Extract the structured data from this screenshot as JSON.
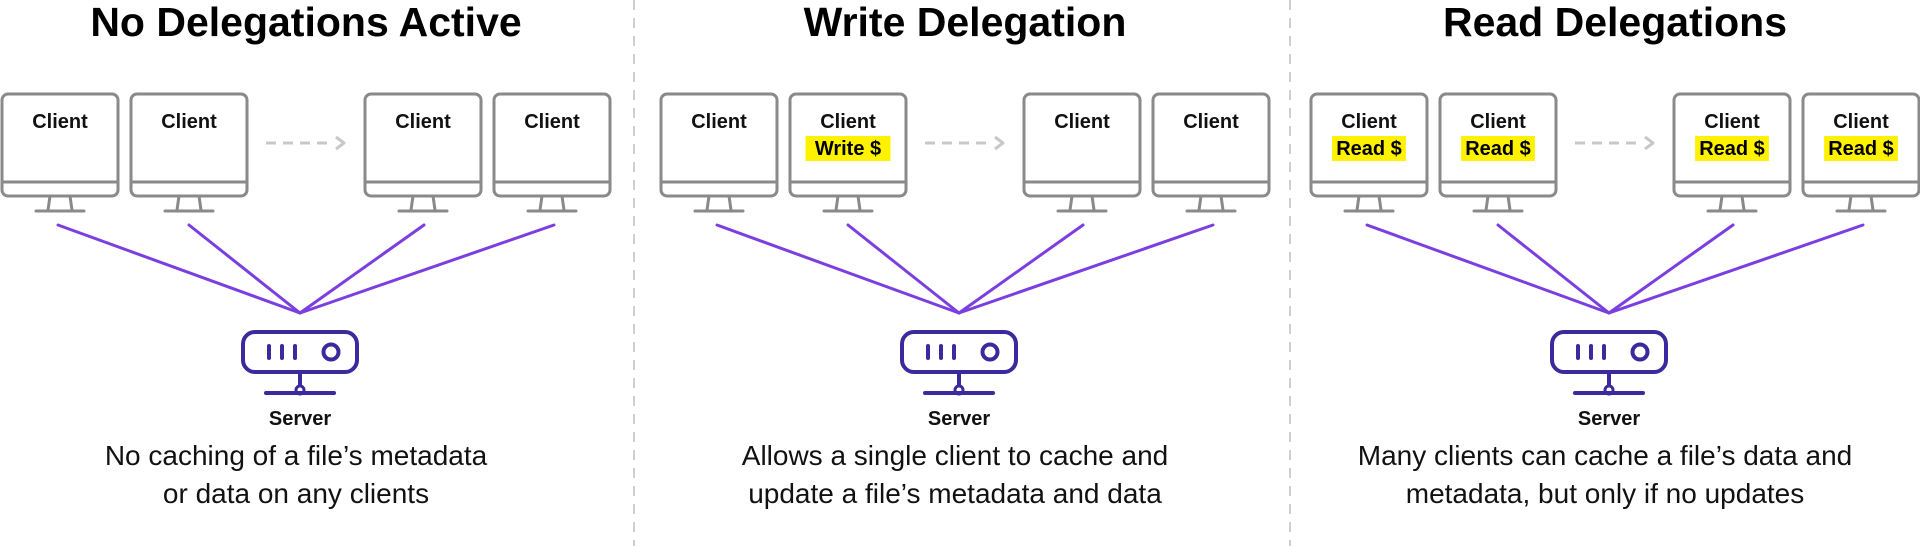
{
  "colors": {
    "line": "#7b3fe0",
    "server": "#3b2a9e",
    "monitor": "#8a8a8a",
    "highlight": "#fff200",
    "divider": "#cfcfcf",
    "arrow": "#c8c8c8"
  },
  "icons": {
    "client": "desktop-monitor-icon",
    "server": "server-rack-icon",
    "continuation": "dashed-arrow-icon"
  },
  "panels": [
    {
      "title": "No Delegations Active",
      "clients": [
        {
          "label": "Client",
          "tag": ""
        },
        {
          "label": "Client",
          "tag": ""
        },
        {
          "label": "Client",
          "tag": ""
        },
        {
          "label": "Client",
          "tag": ""
        }
      ],
      "server_label": "Server",
      "caption": [
        "No caching of a file’s metadata",
        "or data on any clients"
      ]
    },
    {
      "title": "Write Delegation",
      "clients": [
        {
          "label": "Client",
          "tag": ""
        },
        {
          "label": "Client",
          "tag": "Write $"
        },
        {
          "label": "Client",
          "tag": ""
        },
        {
          "label": "Client",
          "tag": ""
        }
      ],
      "server_label": "Server",
      "caption": [
        "Allows a single client to cache and",
        "update a file’s metadata and data"
      ]
    },
    {
      "title": "Read Delegations",
      "clients": [
        {
          "label": "Client",
          "tag": "Read $"
        },
        {
          "label": "Client",
          "tag": "Read $"
        },
        {
          "label": "Client",
          "tag": "Read $"
        },
        {
          "label": "Client",
          "tag": "Read $"
        }
      ],
      "server_label": "Server",
      "caption": [
        "Many clients can cache a file’s data and",
        "metadata, but only if no updates"
      ]
    }
  ]
}
